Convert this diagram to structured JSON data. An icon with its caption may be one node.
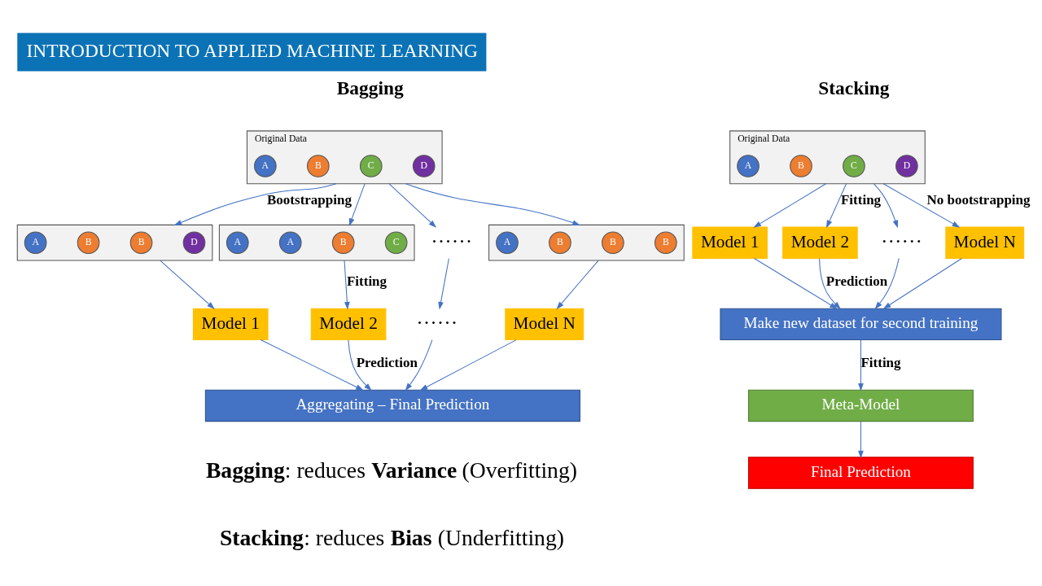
{
  "diagram": {
    "title": "INTRODUCTION TO APPLIED MACHINE LEARNING",
    "nodes": [
      {
        "text": [
          "Original Data"
        ]
      },
      {
        "text": [
          "A"
        ],
        "in": 0
      },
      {
        "text": [
          "B"
        ],
        "in": 0
      },
      {
        "text": [
          "C"
        ],
        "in": 0
      },
      {
        "text": [
          "D"
        ],
        "in": 0
      },
      {
        "text": [],
        "shape": "box"
      },
      {
        "text": [
          "A"
        ],
        "in": 5
      },
      {
        "text": [
          "B"
        ],
        "in": 5
      },
      {
        "text": [
          "B"
        ],
        "in": 5
      },
      {
        "text": [
          "D"
        ],
        "in": 5
      },
      {
        "text": [],
        "shape": "box"
      },
      {
        "text": [
          "A"
        ],
        "in": 10
      },
      {
        "text": [
          "A"
        ],
        "in": 10
      },
      {
        "text": [
          "B"
        ],
        "in": 10
      },
      {
        "text": [
          "C"
        ],
        "in": 10
      },
      {
        "text": [
          "······"
        ]
      },
      {
        "text": [],
        "shape": "box"
      },
      {
        "text": [
          "A"
        ],
        "in": 16
      },
      {
        "text": [
          "B"
        ],
        "in": 16
      },
      {
        "text": [
          "B"
        ],
        "in": 16
      },
      {
        "text": [
          "B"
        ],
        "in": 16
      },
      {
        "text": [
          "Model 1"
        ]
      },
      {
        "text": [
          "Model 2"
        ]
      },
      {
        "text": [
          "······"
        ]
      },
      {
        "text": [
          "Model N"
        ]
      },
      {
        "text": [
          "Aggregating – Final Prediction"
        ]
      },
      {
        "text": [
          "Original Data"
        ]
      },
      {
        "text": [
          "A"
        ],
        "in": 26
      },
      {
        "text": [
          "B"
        ],
        "in": 26
      },
      {
        "text": [
          "C"
        ],
        "in": 26
      },
      {
        "text": [
          "D"
        ],
        "in": 26
      },
      {
        "text": [
          "Model 1"
        ]
      },
      {
        "text": [
          "Model 2"
        ]
      },
      {
        "text": [
          "······"
        ]
      },
      {
        "text": [
          "Model N"
        ]
      },
      {
        "text": [
          "Make new dataset for second training"
        ]
      },
      {
        "text": [
          "Meta-Model"
        ]
      },
      {
        "text": [
          "Final Prediction"
        ]
      }
    ],
    "edges": [
      {
        "from": 0,
        "to": 5,
        "arrow": "to",
        "label": "Bootstrapping"
      },
      {
        "from": 0,
        "to": 10,
        "arrow": "to"
      },
      {
        "from": 0,
        "to": 15,
        "arrow": "to"
      },
      {
        "from": 0,
        "to": 16,
        "arrow": "to"
      },
      {
        "from": 5,
        "to": 21,
        "arrow": "to"
      },
      {
        "from": 10,
        "to": 22,
        "arrow": "to",
        "label": "Fitting"
      },
      {
        "from": 15,
        "to": 23,
        "arrow": "to"
      },
      {
        "from": 16,
        "to": 24,
        "arrow": "to"
      },
      {
        "from": 21,
        "to": 25,
        "arrow": "to"
      },
      {
        "from": 22,
        "to": 25,
        "arrow": "to",
        "label": "Prediction"
      },
      {
        "from": 23,
        "to": 25,
        "arrow": "to"
      },
      {
        "from": 24,
        "to": 25,
        "arrow": "to"
      },
      {
        "from": 26,
        "to": 31,
        "arrow": "to"
      },
      {
        "from": 26,
        "to": 32,
        "arrow": "to",
        "label": "Fitting"
      },
      {
        "from": 26,
        "to": 33,
        "arrow": "to"
      },
      {
        "from": 26,
        "to": 34,
        "arrow": "to",
        "label": "No bootstrapping"
      },
      {
        "from": 31,
        "to": 35,
        "arrow": "to"
      },
      {
        "from": 32,
        "to": 35,
        "arrow": "to",
        "label": "Prediction"
      },
      {
        "from": 33,
        "to": 35,
        "arrow": "to"
      },
      {
        "from": 34,
        "to": 35,
        "arrow": "to"
      },
      {
        "from": 35,
        "to": 36,
        "arrow": "to",
        "label": "Fitting"
      },
      {
        "from": 36,
        "to": 37,
        "arrow": "to"
      }
    ],
    "labels": [
      "Bagging",
      "Stacking",
      "**Bagging**: reduces **Variance** (Overfitting)",
      "**Stacking**: reduces **Bias** (Underfitting)"
    ]
  }
}
